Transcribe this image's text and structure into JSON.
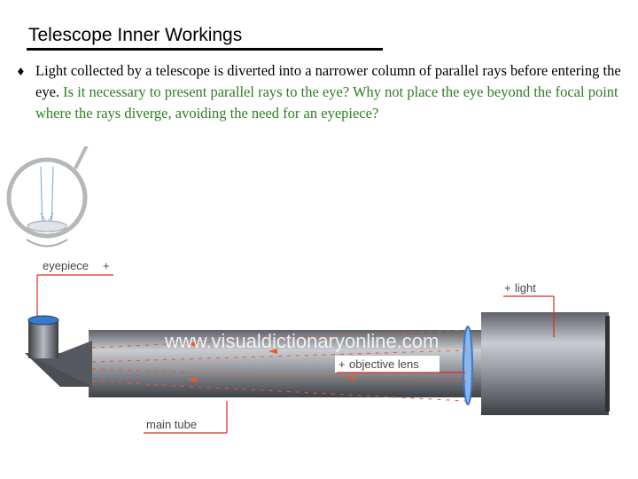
{
  "slide": {
    "title": "Telescope Inner Workings",
    "bullet_black": "Light collected by a telescope is diverted into a narrower column of parallel rays before entering the eye. ",
    "bullet_green": "Is it necessary to present parallel rays to the eye? Why not place the eye beyond the focal point where the rays diverge, avoiding the need for an eyepiece?"
  },
  "figure": {
    "watermark": "www.visualdictionaryonline.com",
    "labels": {
      "eyepiece": "eyepiece",
      "light": "light",
      "objective_lens": "objective lens",
      "main_tube": "main tube"
    },
    "colors": {
      "callout": "#d62b1f",
      "ray": "#e65c2a",
      "lens": "#3a78c9",
      "green_text": "#2e7d22"
    }
  }
}
